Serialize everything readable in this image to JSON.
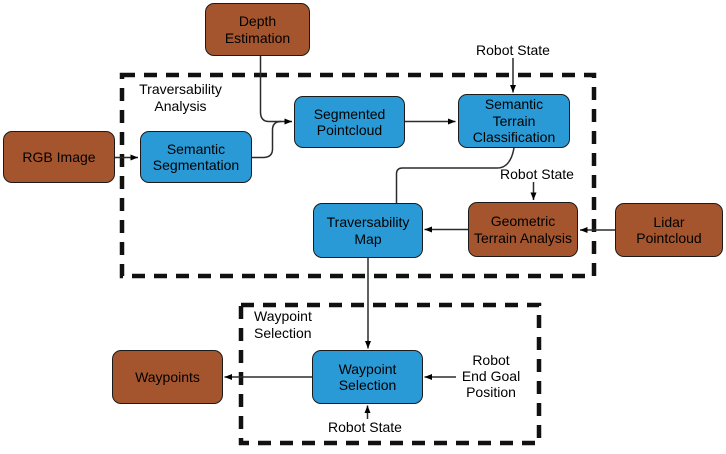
{
  "diagram": {
    "type": "flowchart",
    "domain": "robot-navigation-pipeline"
  },
  "colors": {
    "process_fill": "#2a9ad6",
    "io_fill": "#a5552e",
    "node_border": "#1a1a1a",
    "connector": "#2b2b2b",
    "dashed_group_border": "#111111",
    "text": "#000000",
    "background": "#ffffff"
  },
  "groups": [
    {
      "id": "traversability-analysis",
      "label": "Traversability\nAnalysis"
    },
    {
      "id": "waypoint-selection",
      "label": "Waypoint\nSelection"
    }
  ],
  "nodes": [
    {
      "id": "depth-estimation",
      "label": "Depth\nEstimation",
      "kind": "io"
    },
    {
      "id": "rgb-image",
      "label": "RGB Image",
      "kind": "io"
    },
    {
      "id": "semantic-segmentation",
      "label": "Semantic\nSegmentation",
      "kind": "process"
    },
    {
      "id": "segmented-pointcloud",
      "label": "Segmented\nPointcloud",
      "kind": "process"
    },
    {
      "id": "semantic-terrain-classification",
      "label": "Semantic\nTerrain\nClassification",
      "kind": "process"
    },
    {
      "id": "traversability-map",
      "label": "Traversability\nMap",
      "kind": "process"
    },
    {
      "id": "geometric-terrain-analysis",
      "label": "Geometric\nTerrain Analysis",
      "kind": "io"
    },
    {
      "id": "lidar-pointcloud",
      "label": "Lidar\nPointcloud",
      "kind": "io"
    },
    {
      "id": "waypoints",
      "label": "Waypoints",
      "kind": "io"
    },
    {
      "id": "waypoint-selection-node",
      "label": "Waypoint\nSelection",
      "kind": "process"
    }
  ],
  "labels": [
    {
      "id": "robot-state-top",
      "text": "Robot State"
    },
    {
      "id": "robot-state-mid",
      "text": "Robot State"
    },
    {
      "id": "robot-state-bottom",
      "text": "Robot State"
    },
    {
      "id": "robot-end-goal-position",
      "text": "Robot\nEnd Goal\nPosition"
    }
  ],
  "edges": [
    {
      "from": "rgb-image",
      "to": "semantic-segmentation",
      "arrow": true
    },
    {
      "from": "depth-estimation",
      "to": "segmented-pointcloud",
      "arrow": true
    },
    {
      "from": "semantic-segmentation",
      "to": "segmented-pointcloud",
      "arrow": false
    },
    {
      "from": "segmented-pointcloud",
      "to": "semantic-terrain-classification",
      "arrow": true
    },
    {
      "from": "robot-state-top",
      "to": "semantic-terrain-classification",
      "arrow": true
    },
    {
      "from": "semantic-terrain-classification",
      "to": "traversability-map",
      "arrow": false
    },
    {
      "from": "robot-state-mid",
      "to": "geometric-terrain-analysis",
      "arrow": true
    },
    {
      "from": "lidar-pointcloud",
      "to": "geometric-terrain-analysis",
      "arrow": true
    },
    {
      "from": "geometric-terrain-analysis",
      "to": "traversability-map",
      "arrow": true
    },
    {
      "from": "traversability-map",
      "to": "waypoint-selection-node",
      "arrow": true
    },
    {
      "from": "waypoint-selection-node",
      "to": "waypoints",
      "arrow": true
    },
    {
      "from": "robot-end-goal-position",
      "to": "waypoint-selection-node",
      "arrow": true
    },
    {
      "from": "robot-state-bottom",
      "to": "waypoint-selection-node",
      "arrow": true
    }
  ]
}
